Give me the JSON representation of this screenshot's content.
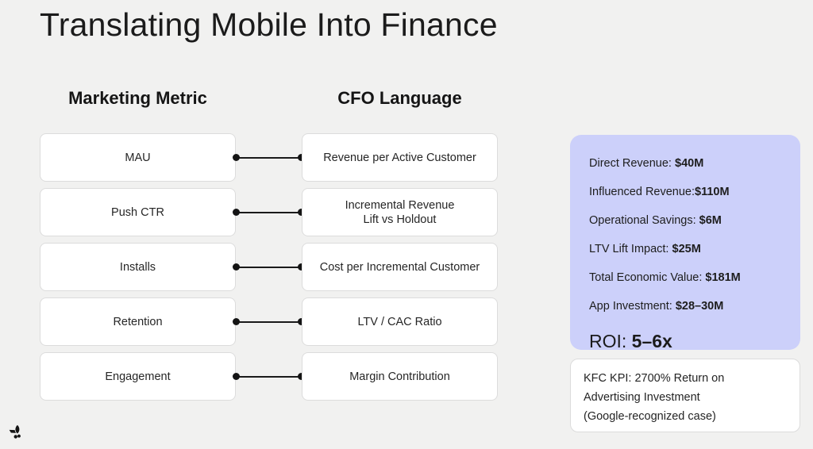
{
  "title": "Translating Mobile Into Finance",
  "columns": {
    "left_header": "Marketing Metric",
    "right_header": "CFO Language"
  },
  "mappings": [
    {
      "metric": "MAU",
      "cfo": "Revenue per Active Customer"
    },
    {
      "metric": "Push CTR",
      "cfo": "Incremental Revenue\nLift vs Holdout"
    },
    {
      "metric": "Installs",
      "cfo": "Cost per Incremental Customer"
    },
    {
      "metric": "Retention",
      "cfo": "LTV / CAC Ratio"
    },
    {
      "metric": "Engagement",
      "cfo": "Margin Contribution"
    }
  ],
  "summary": {
    "lines": [
      {
        "label": "Direct Revenue: ",
        "value": "$40M"
      },
      {
        "label": "Influenced Revenue:",
        "value": "$110M"
      },
      {
        "label": "Operational Savings: ",
        "value": "$6M"
      },
      {
        "label": "LTV Lift Impact: ",
        "value": "$25M"
      },
      {
        "label": "Total Economic Value: ",
        "value": "$181M"
      },
      {
        "label": "App Investment: ",
        "value": "$28–30M"
      }
    ],
    "roi_label": "ROI: ",
    "roi_value": "5–6x",
    "background_color": "#ccd0fa"
  },
  "note": {
    "lines": [
      "KFC KPI: 2700% Return on",
      "Advertising Investment",
      "(Google-recognized case)"
    ]
  },
  "logo": {
    "name": "leaf-logo"
  },
  "colors": {
    "background": "#f1f1f0",
    "card": "#ffffff",
    "border": "#dcdcdc",
    "text": "#1c1c1c",
    "accent": "#ccd0fa"
  }
}
